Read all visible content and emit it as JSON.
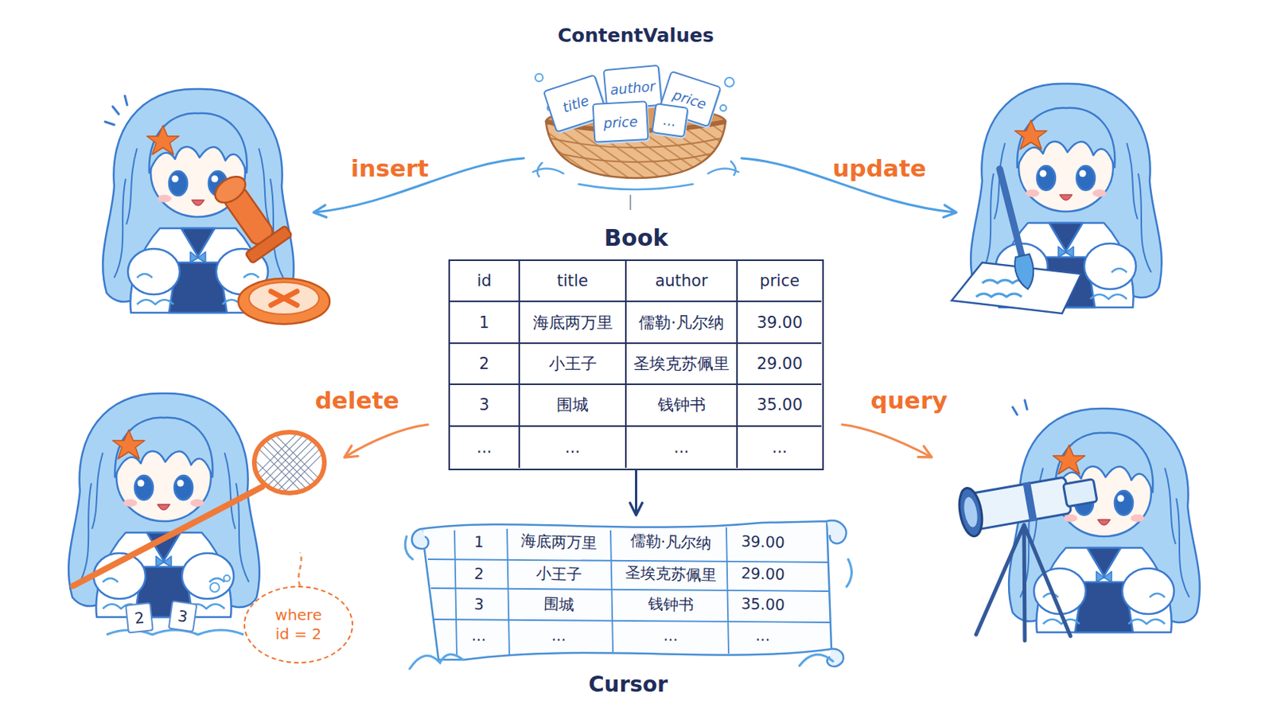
{
  "diagram": {
    "nodes": [
      {
        "text": [
          "ContentValues"
        ]
      },
      {
        "text": [
          "title"
        ],
        "in": 0
      },
      {
        "text": [
          "author"
        ],
        "in": 0
      },
      {
        "text": [
          "price"
        ],
        "in": 0
      },
      {
        "text": [
          "price"
        ],
        "in": 0
      },
      {
        "text": [
          "..."
        ],
        "in": 0
      },
      {
        "text": [
          "Book"
        ]
      },
      {
        "text": [
          "Cursor"
        ]
      },
      {
        "text": [
          "where id = 2"
        ]
      },
      {
        "text": [
          "2"
        ]
      },
      {
        "text": [
          "3"
        ]
      }
    ],
    "edges": [
      {
        "from": 6,
        "to": 7,
        "arrow": "to"
      }
    ],
    "labels": [
      "insert",
      "update",
      "delete",
      "query",
      "id",
      "title",
      "author",
      "price",
      "1",
      "海底两万里",
      "儒勒·凡尔纳",
      "39.00",
      "2",
      "小王子",
      "圣埃克苏佩里",
      "29.00",
      "3",
      "围城",
      "钱钟书",
      "35.00",
      "...",
      "...",
      "...",
      "...",
      "1",
      "海底两万里",
      "儒勒·凡尔纳",
      "39.00",
      "2",
      "小王子",
      "圣埃克苏佩里",
      "29.00",
      "3",
      "围城",
      "钱钟书",
      "35.00",
      "...",
      "...",
      "...",
      "..."
    ]
  }
}
